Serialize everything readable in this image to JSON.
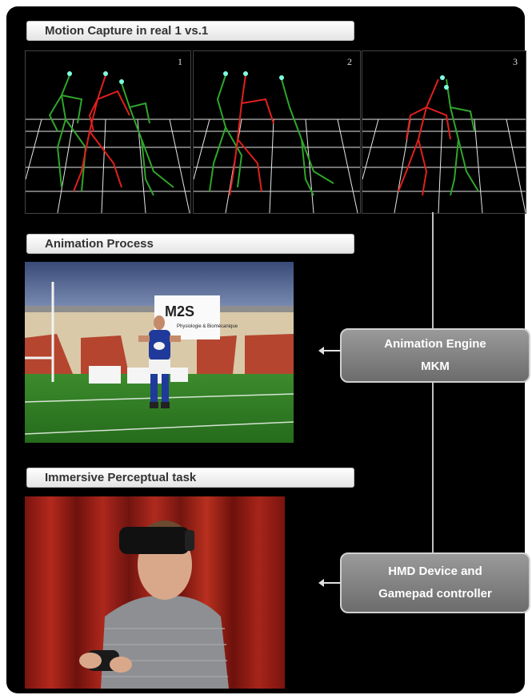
{
  "sections": {
    "motion_capture": {
      "title": "Motion Capture in real 1 vs.1"
    },
    "animation": {
      "title": "Animation Process"
    },
    "immersive": {
      "title": "Immersive Perceptual task"
    }
  },
  "mocap_panels": [
    {
      "number": "1"
    },
    {
      "number": "2"
    },
    {
      "number": "3"
    }
  ],
  "engine": {
    "line1": "Animation Engine",
    "line2": "MKM"
  },
  "device": {
    "line1": "HMD Device and",
    "line2": "Gamepad controller"
  },
  "scene": {
    "logo_text": "M2S",
    "logo_sub": "Physiologie & Biomécanique"
  },
  "colors": {
    "red_skeleton": "#e0201c",
    "green_skeleton": "#2fa52a",
    "cyan_markers": "#7fffe0",
    "grid": "#ffffff",
    "box_gray": "#7e7e7e"
  }
}
